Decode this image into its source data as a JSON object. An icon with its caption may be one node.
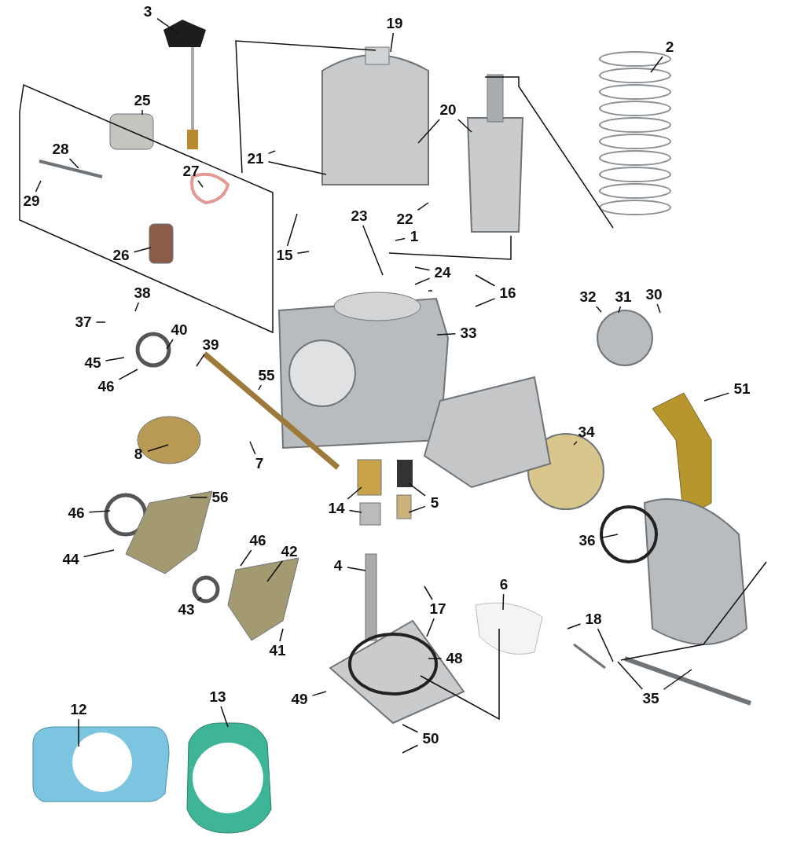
{
  "diagram": {
    "nodes": [
      {
        "text": [
          "3"
        ]
      },
      {
        "text": [
          "19"
        ]
      },
      {
        "text": [
          "2"
        ]
      },
      {
        "text": [
          "25"
        ]
      },
      {
        "text": [
          "28"
        ]
      },
      {
        "text": [
          "20"
        ]
      },
      {
        "text": [
          "21"
        ]
      },
      {
        "text": [
          "29"
        ]
      },
      {
        "text": [
          "27"
        ]
      },
      {
        "text": [
          "22"
        ]
      },
      {
        "text": [
          "23"
        ]
      },
      {
        "text": [
          "1"
        ]
      },
      {
        "text": [
          "15"
        ]
      },
      {
        "text": [
          "26"
        ]
      },
      {
        "text": [
          "24"
        ]
      },
      {
        "text": [
          "16"
        ]
      },
      {
        "text": [
          "32"
        ]
      },
      {
        "text": [
          "31"
        ]
      },
      {
        "text": [
          "30"
        ]
      },
      {
        "text": [
          "38"
        ]
      },
      {
        "text": [
          "37"
        ]
      },
      {
        "text": [
          "40"
        ]
      },
      {
        "text": [
          "45"
        ]
      },
      {
        "text": [
          "39"
        ]
      },
      {
        "text": [
          "33"
        ]
      },
      {
        "text": [
          "46"
        ]
      },
      {
        "text": [
          "55"
        ]
      },
      {
        "text": [
          "51"
        ]
      },
      {
        "text": [
          "8"
        ]
      },
      {
        "text": [
          "7"
        ]
      },
      {
        "text": [
          "34"
        ]
      },
      {
        "text": [
          "56"
        ]
      },
      {
        "text": [
          "46"
        ]
      },
      {
        "text": [
          "14"
        ]
      },
      {
        "text": [
          "5"
        ]
      },
      {
        "text": [
          "46"
        ]
      },
      {
        "text": [
          "42"
        ]
      },
      {
        "text": [
          "44"
        ]
      },
      {
        "text": [
          "36"
        ]
      },
      {
        "text": [
          "4"
        ]
      },
      {
        "text": [
          "6"
        ]
      },
      {
        "text": [
          "43"
        ]
      },
      {
        "text": [
          "17"
        ]
      },
      {
        "text": [
          "18"
        ]
      },
      {
        "text": [
          "48"
        ]
      },
      {
        "text": [
          "41"
        ]
      },
      {
        "text": [
          "35"
        ]
      },
      {
        "text": [
          "49"
        ]
      },
      {
        "text": [
          "12"
        ]
      },
      {
        "text": [
          "13"
        ]
      },
      {
        "text": [
          "50"
        ]
      }
    ],
    "edges": [
      {
        "from": 0,
        "to": null,
        "arrow": "none"
      },
      {
        "from": 1,
        "to": null,
        "arrow": "none"
      },
      {
        "from": 2,
        "to": null,
        "arrow": "none"
      },
      {
        "from": 3,
        "to": null,
        "arrow": "none"
      },
      {
        "from": 4,
        "to": null,
        "arrow": "none"
      },
      {
        "from": 5,
        "to": null,
        "arrow": "none"
      },
      {
        "from": 5,
        "to": null,
        "arrow": "none"
      },
      {
        "from": 6,
        "to": null,
        "arrow": "none"
      },
      {
        "from": 6,
        "to": null,
        "arrow": "none"
      },
      {
        "from": 7,
        "to": null,
        "arrow": "none"
      },
      {
        "from": 8,
        "to": null,
        "arrow": "none"
      },
      {
        "from": 9,
        "to": null,
        "arrow": "none"
      },
      {
        "from": 10,
        "to": null,
        "arrow": "none"
      },
      {
        "from": 11,
        "to": null,
        "arrow": "none"
      },
      {
        "from": 12,
        "to": null,
        "arrow": "none"
      },
      {
        "from": 12,
        "to": null,
        "arrow": "none"
      },
      {
        "from": 13,
        "to": null,
        "arrow": "none"
      },
      {
        "from": 14,
        "to": null,
        "arrow": "none"
      },
      {
        "from": 14,
        "to": null,
        "arrow": "none"
      },
      {
        "from": 15,
        "to": null,
        "arrow": "none"
      },
      {
        "from": 15,
        "to": null,
        "arrow": "none"
      },
      {
        "from": 16,
        "to": null,
        "arrow": "none"
      },
      {
        "from": 17,
        "to": null,
        "arrow": "none"
      },
      {
        "from": 18,
        "to": null,
        "arrow": "none"
      },
      {
        "from": 19,
        "to": null,
        "arrow": "none"
      },
      {
        "from": 20,
        "to": null,
        "arrow": "none"
      },
      {
        "from": 21,
        "to": null,
        "arrow": "none"
      },
      {
        "from": 22,
        "to": null,
        "arrow": "none"
      },
      {
        "from": 23,
        "to": null,
        "arrow": "none"
      },
      {
        "from": 24,
        "to": null,
        "arrow": "none"
      },
      {
        "from": 25,
        "to": null,
        "arrow": "none"
      },
      {
        "from": 26,
        "to": null,
        "arrow": "none"
      },
      {
        "from": 27,
        "to": null,
        "arrow": "none"
      },
      {
        "from": 28,
        "to": null,
        "arrow": "none"
      },
      {
        "from": 29,
        "to": null,
        "arrow": "none"
      },
      {
        "from": 30,
        "to": null,
        "arrow": "none"
      },
      {
        "from": 31,
        "to": null,
        "arrow": "none"
      },
      {
        "from": 32,
        "to": null,
        "arrow": "none"
      },
      {
        "from": 33,
        "to": null,
        "arrow": "none"
      },
      {
        "from": 33,
        "to": null,
        "arrow": "none"
      },
      {
        "from": 34,
        "to": null,
        "arrow": "none"
      },
      {
        "from": 34,
        "to": null,
        "arrow": "none"
      },
      {
        "from": 35,
        "to": null,
        "arrow": "none"
      },
      {
        "from": 36,
        "to": null,
        "arrow": "none"
      },
      {
        "from": 37,
        "to": null,
        "arrow": "none"
      },
      {
        "from": 38,
        "to": null,
        "arrow": "none"
      },
      {
        "from": 39,
        "to": null,
        "arrow": "none"
      },
      {
        "from": 40,
        "to": null,
        "arrow": "none"
      },
      {
        "from": 41,
        "to": null,
        "arrow": "none"
      },
      {
        "from": 42,
        "to": null,
        "arrow": "none"
      },
      {
        "from": 42,
        "to": null,
        "arrow": "none"
      },
      {
        "from": 43,
        "to": null,
        "arrow": "none"
      },
      {
        "from": 43,
        "to": null,
        "arrow": "none"
      },
      {
        "from": 44,
        "to": null,
        "arrow": "none"
      },
      {
        "from": 45,
        "to": null,
        "arrow": "none"
      },
      {
        "from": 46,
        "to": null,
        "arrow": "none"
      },
      {
        "from": 46,
        "to": null,
        "arrow": "none"
      },
      {
        "from": 47,
        "to": null,
        "arrow": "none"
      },
      {
        "from": 48,
        "to": null,
        "arrow": "none"
      },
      {
        "from": 49,
        "to": null,
        "arrow": "none"
      },
      {
        "from": 50,
        "to": null,
        "arrow": "none"
      },
      {
        "from": 50,
        "to": null,
        "arrow": "none"
      }
    ]
  }
}
